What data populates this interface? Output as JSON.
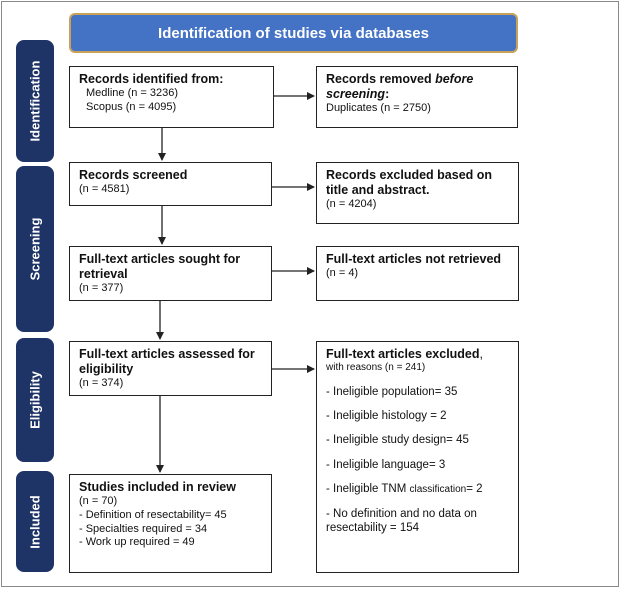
{
  "header": {
    "title": "Identification of studies via databases"
  },
  "phases": [
    "Identification",
    "Screening",
    "Eligibility",
    "Included"
  ],
  "identified": {
    "title": "Records identified from:",
    "lines": [
      "Medline (n = 3236)",
      "Scopus (n = 4095)"
    ]
  },
  "removed": {
    "title_a": "Records removed ",
    "title_b": "before screening",
    "title_c": ":",
    "line": "Duplicates (n = 2750)"
  },
  "screened": {
    "title": "Records screened",
    "line": "(n = 4581)"
  },
  "excluded_ta": {
    "title": "Records excluded based on title and abstract.",
    "line": "(n = 4204)"
  },
  "sought": {
    "title": "Full-text articles sought for retrieval",
    "line": "(n = 377)"
  },
  "not_retrieved": {
    "title": "Full-text articles not retrieved",
    "line": "(n = 4)"
  },
  "assessed": {
    "title": "Full-text articles assessed for eligibility",
    "line": "(n = 374)"
  },
  "ft_excluded": {
    "title": "Full-text articles excluded",
    "title_tail": ",",
    "sub": "with reasons (n =    241)",
    "reasons": [
      "- Ineligible population= 35",
      "- Ineligible histology = 2",
      "- Ineligible study design= 45",
      "- Ineligible language= 3"
    ],
    "tnm_a": "- Ineligible TNM ",
    "tnm_b": "classification",
    "tnm_c": "= 2",
    "last": "- No definition and no data on resectability = 154"
  },
  "included": {
    "title": "Studies included in review",
    "lines": [
      "(n = 70)",
      "- Definition of resectability= 45",
      "- Specialties required = 34",
      "- Work up required = 49"
    ]
  }
}
